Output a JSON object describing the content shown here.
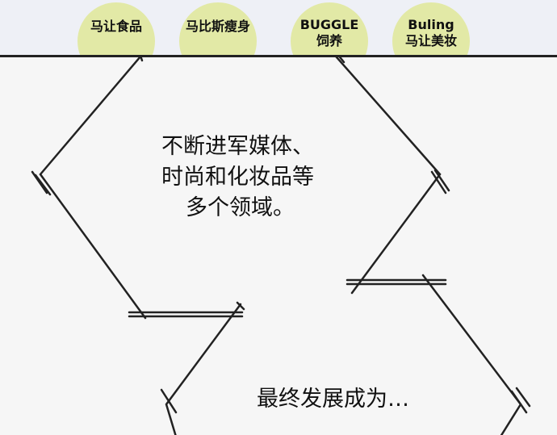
{
  "brands": [
    {
      "lines": [
        "马让食品"
      ],
      "color": "#e2e9a6"
    },
    {
      "lines": [
        "马比斯瘦身"
      ],
      "color": "#e2e9a6"
    },
    {
      "lines": [
        "BUGGLE",
        "饲养"
      ],
      "color": "#e2e9a6"
    },
    {
      "lines": [
        "Buling",
        "马让美妆"
      ],
      "color": "#e2e9a6"
    }
  ],
  "caption_top": {
    "line1": "不断进军媒体、",
    "line2": "时尚和化妆品等",
    "line3": "多个领域。"
  },
  "caption_bottom": "最终发展成为…",
  "colors": {
    "bubble": "#e2e9a6",
    "line": "#222222",
    "panel": "#f6f6f6"
  }
}
